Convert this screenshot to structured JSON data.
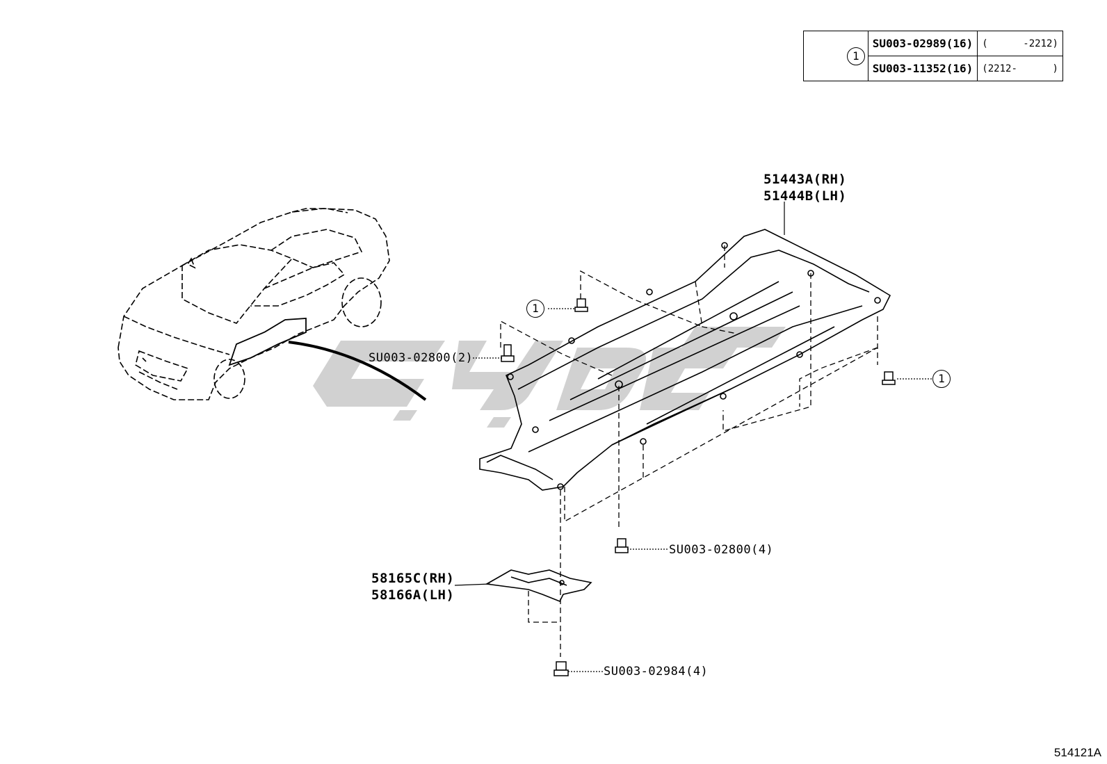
{
  "legend_table": {
    "ref": "1",
    "rows": [
      {
        "part": "SU003-02989(16)",
        "range": "(      -2212)"
      },
      {
        "part": "SU003-11352(16)",
        "range": "(2212-      )"
      }
    ]
  },
  "labels": {
    "cover_main": [
      "51443A(RH)",
      "51444B(LH)"
    ],
    "cover_small": [
      "58165C(RH)",
      "58166A(LH)"
    ],
    "clip_upper": "SU003-02800(2)",
    "clip_lower": "SU003-02800(4)",
    "clip_bottom": "SU003-02984(4)",
    "ref_left": "1",
    "ref_right": "1"
  },
  "diagram_code": "514121A",
  "colors": {
    "line": "#000000",
    "watermark": "#c9c9c9",
    "background": "#ffffff"
  }
}
